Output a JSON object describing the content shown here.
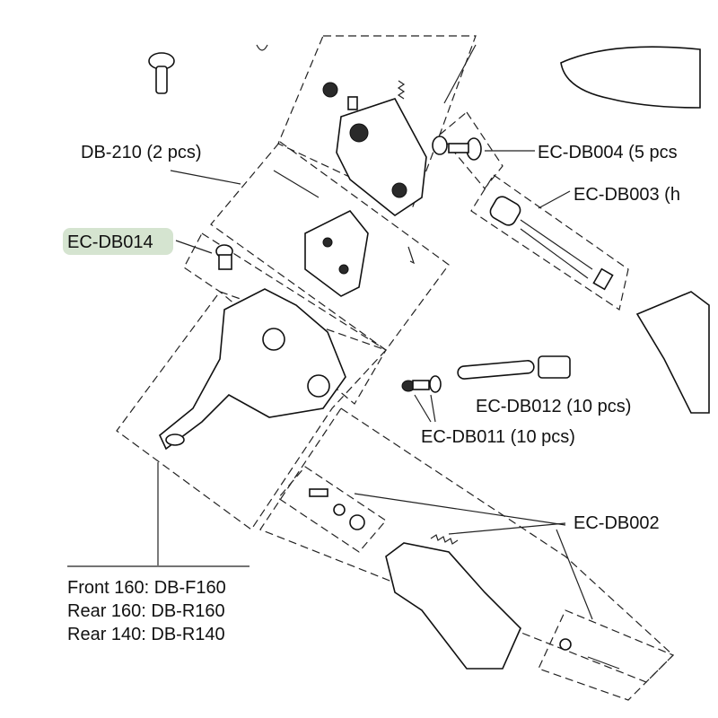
{
  "labels": {
    "db210": "DB-210 (2 pcs)",
    "ecdb014": "EC-DB014",
    "ecdb004": "EC-DB004 (5 pcs",
    "ecdb003": "EC-DB003 (h",
    "ecdb012": "EC-DB012 (10 pcs)",
    "ecdb011": "EC-DB011 (10 pcs)",
    "ecdb002": "EC-DB002",
    "front160": "Front 160: DB-F160",
    "rear160": "Rear 160: DB-R160",
    "rear140": "Rear 140: DB-R140"
  },
  "colors": {
    "highlight": "#d5e4d0",
    "line": "#222222"
  }
}
